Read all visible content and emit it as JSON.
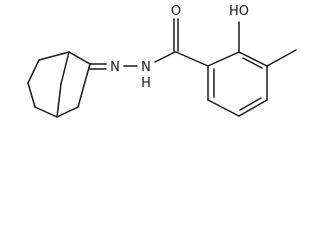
{
  "diagram": {
    "type": "chemical-structure",
    "atom_labels": {
      "carbonyl_oxygen": "O",
      "hydroxyl": "HO",
      "imine_nitrogen": "N",
      "amide_nitrogen": "N",
      "amide_hydrogen": "H"
    },
    "bond_color": "#1a1a1a",
    "background_color": "#ffffff"
  }
}
